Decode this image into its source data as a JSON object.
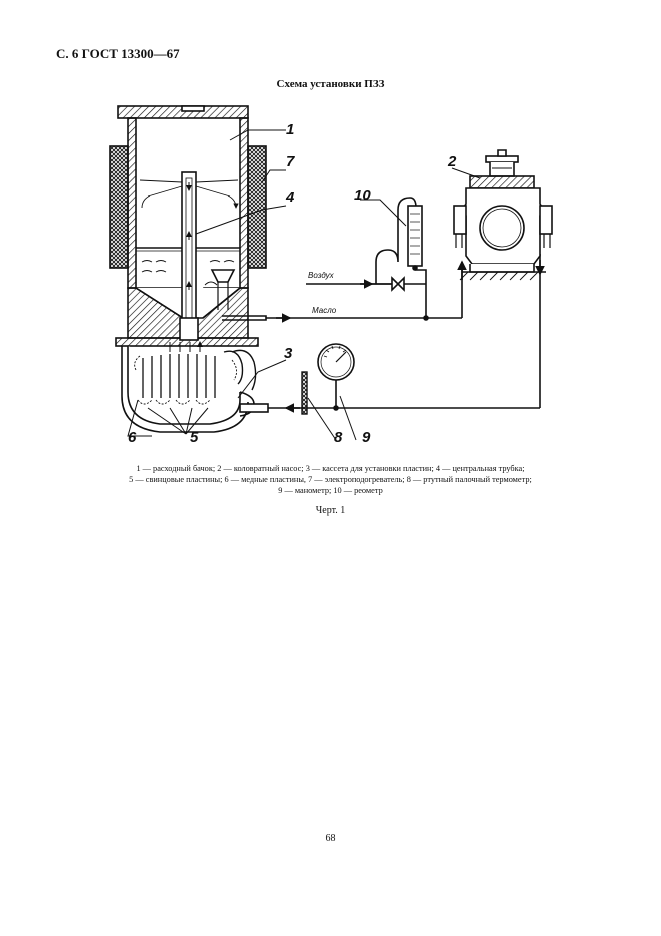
{
  "header": "С. 6 ГОСТ 13300—67",
  "title": "Схема установки ПЗЗ",
  "labels": {
    "l1": "1",
    "l2": "2",
    "l3": "3",
    "l4": "4",
    "l5": "5",
    "l6": "6",
    "l7": "7",
    "l8": "8",
    "l9": "9",
    "l10": "10",
    "air": "Воздух",
    "oil": "Масло"
  },
  "legend": {
    "line1": "1 — расходный бачок;  2 — коловратный насос;  3 — кассета для установки пластин;  4 — центральная трубка;",
    "line2": "5 — свинцовые пластины; 6 — медные пластины, 7 — электроподогреватель; 8 — ртутный палочный термометр;",
    "line3": "9 — манометр; 10 — реометр"
  },
  "caption": "Черт. 1",
  "page_number": "68"
}
